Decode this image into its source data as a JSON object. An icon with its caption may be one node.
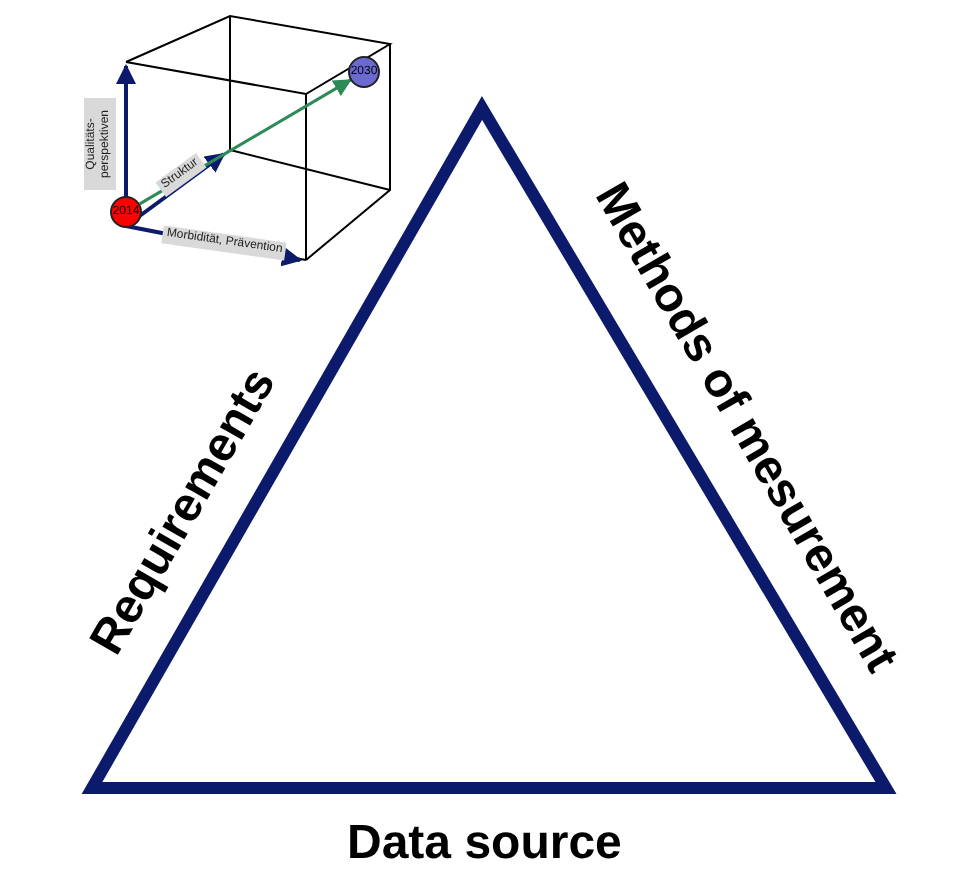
{
  "diagram": {
    "nodes": [
      {
        "text": [
          "2014"
        ]
      },
      {
        "text": [
          "2030"
        ]
      }
    ],
    "edges": [
      {
        "from": 0,
        "to": 1,
        "arrow": "to"
      }
    ],
    "labels": [
      "Qualitäts-perspektiven",
      "Struktur",
      "Morbidität, Prävention",
      "Requirements",
      "Methods of mesurement",
      "Data source"
    ]
  }
}
